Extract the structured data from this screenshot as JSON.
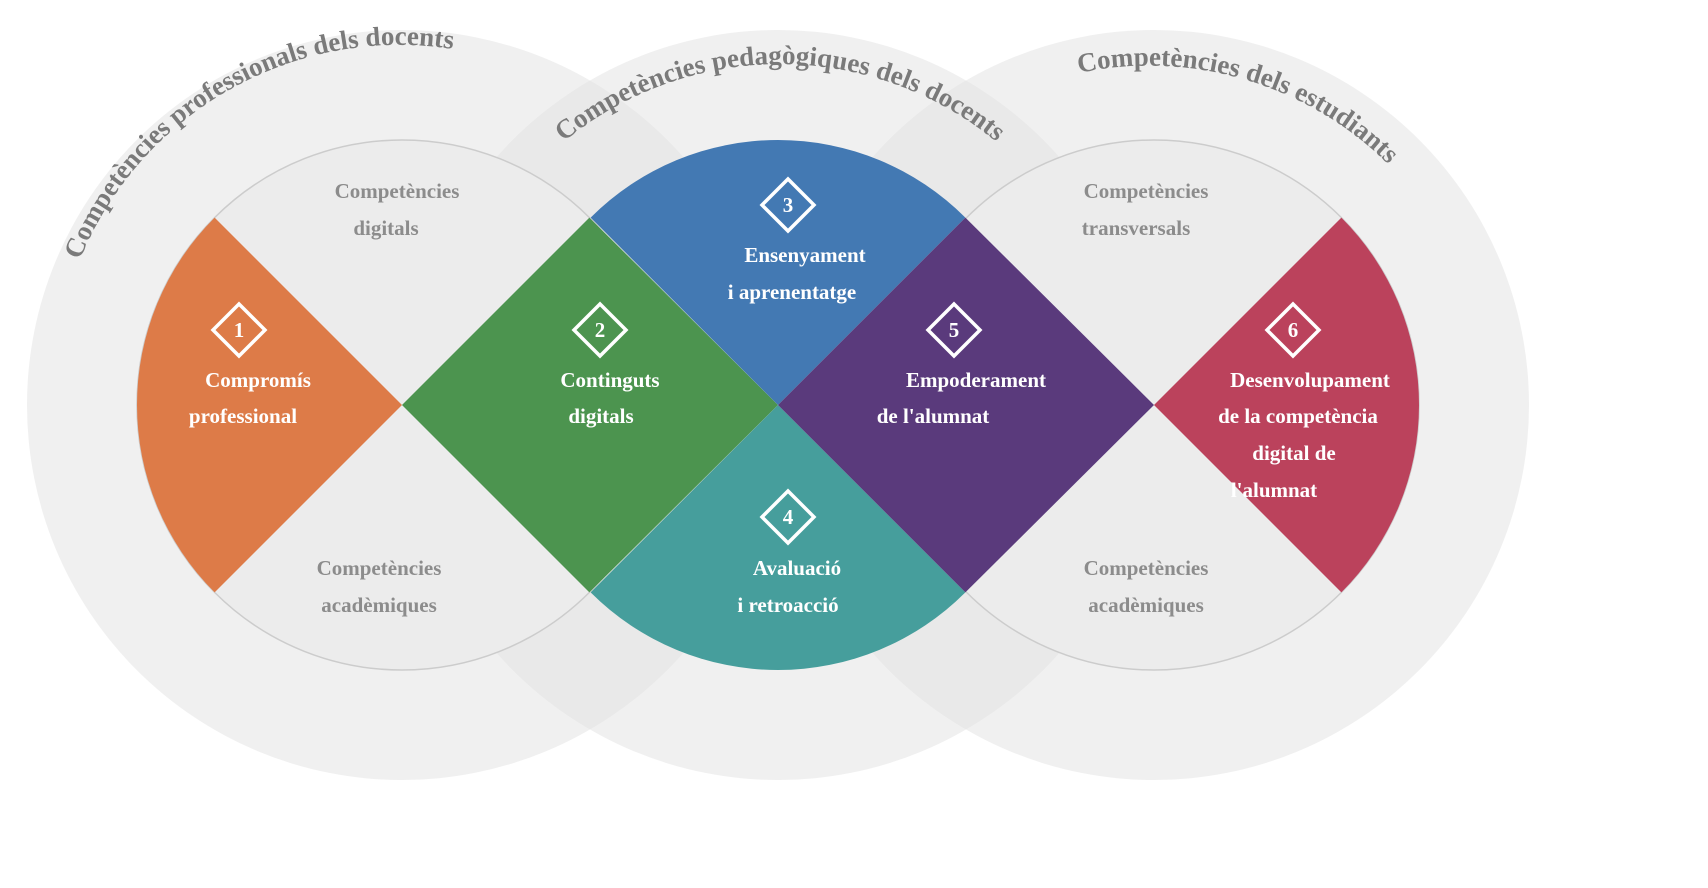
{
  "titles": [
    "Competències professionals dels docents",
    "Competències pedagògiques dels docents",
    "Competències dels estudiants"
  ],
  "areas": {
    "digitals": [
      "Competències",
      "digitals"
    ],
    "academiques_left": [
      "Competències",
      "acadèmiques"
    ],
    "transversals": [
      "Competències",
      "transversals"
    ],
    "academiques_right": [
      "Competències",
      "acadèmiques"
    ]
  },
  "segments": [
    {
      "num": "1",
      "lines": [
        "Compromís",
        "professional"
      ],
      "color": "#dd7b48"
    },
    {
      "num": "2",
      "lines": [
        "Continguts",
        "digitals"
      ],
      "color": "#4c944f"
    },
    {
      "num": "3",
      "lines": [
        "Ensenyament",
        "i aprenentatge"
      ],
      "color": "#4379b3"
    },
    {
      "num": "4",
      "lines": [
        "Avaluació",
        "i retroacció"
      ],
      "color": "#469e9c"
    },
    {
      "num": "5",
      "lines": [
        "Empoderament",
        "de l'alumnat"
      ],
      "color": "#5a3a7c"
    },
    {
      "num": "6",
      "lines": [
        "Desenvolupament",
        "de la competència",
        "digital de",
        "l'alumnat"
      ],
      "color": "#bb425c"
    }
  ]
}
